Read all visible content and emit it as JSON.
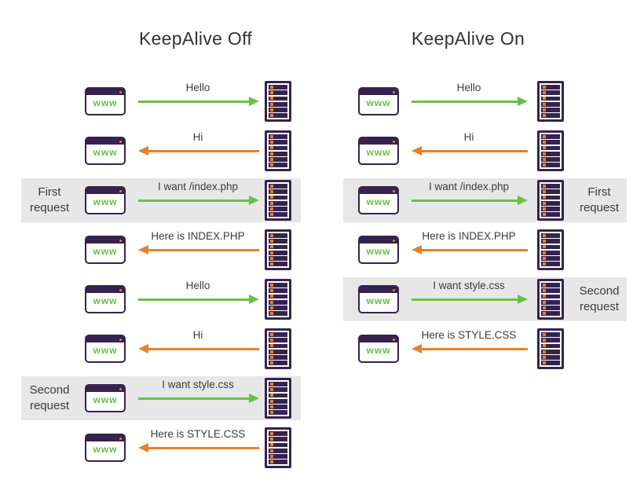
{
  "diagram": {
    "columns": [
      {
        "title": "KeepAlive Off",
        "rows": [
          {
            "message": "Hello",
            "direction": "request"
          },
          {
            "message": "Hi",
            "direction": "response"
          },
          {
            "message": "I want /index.php",
            "direction": "request",
            "band_label": "First request"
          },
          {
            "message": "Here is INDEX.PHP",
            "direction": "response"
          },
          {
            "message": "Hello",
            "direction": "request"
          },
          {
            "message": "Hi",
            "direction": "response"
          },
          {
            "message": "I want style.css",
            "direction": "request",
            "band_label": "Second request"
          },
          {
            "message": "Here is STYLE.CSS",
            "direction": "response"
          }
        ]
      },
      {
        "title": "KeepAlive On",
        "rows": [
          {
            "message": "Hello",
            "direction": "request"
          },
          {
            "message": "Hi",
            "direction": "response"
          },
          {
            "message": "I want /index.php",
            "direction": "request",
            "band_label": "First request"
          },
          {
            "message": "Here is INDEX.PHP",
            "direction": "response"
          },
          {
            "message": "I want style.css",
            "direction": "request",
            "band_label": "Second request"
          },
          {
            "message": "Here is STYLE.CSS",
            "direction": "response"
          }
        ]
      }
    ],
    "icons": {
      "browser": "browser-window-icon",
      "browser_label": "www",
      "server": "server-rack-icon",
      "request_arrow": "right-arrow-icon",
      "response_arrow": "left-arrow-icon"
    },
    "colors": {
      "request_green": "#6abf45",
      "response_orange": "#e7802e",
      "icon_purple": "#35234e",
      "band_gray": "#e7e7e7",
      "text": "#3d3b3b"
    }
  }
}
